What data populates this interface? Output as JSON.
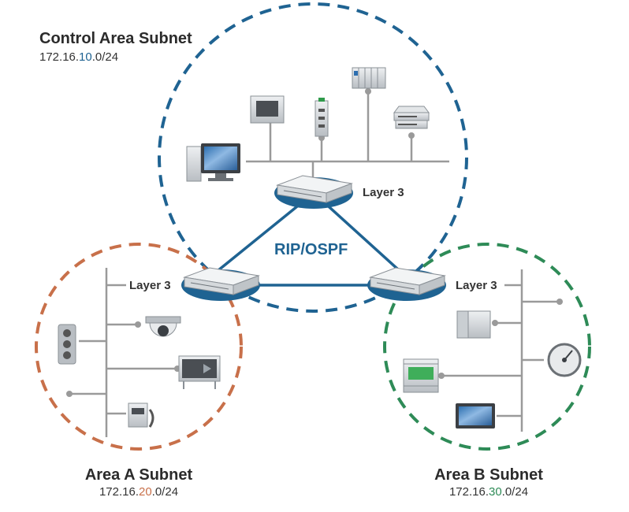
{
  "colors": {
    "control": "#1f6392",
    "area_a": "#c8704a",
    "area_b": "#2e8b57",
    "link": "#1f6392",
    "bus": "#9a9a9a",
    "device": "#cfd3d6"
  },
  "control_subnet": {
    "title": "Control Area Subnet",
    "addr_prefix": "172.16.",
    "addr_octet": "10",
    "addr_suffix": ".0/24"
  },
  "area_a_subnet": {
    "title": "Area A Subnet",
    "addr_prefix": "172.16.",
    "addr_octet": "20",
    "addr_suffix": ".0/24"
  },
  "area_b_subnet": {
    "title": "Area B Subnet",
    "addr_prefix": "172.16.",
    "addr_octet": "30",
    "addr_suffix": ".0/24"
  },
  "routing_protocol": "RIP/OSPF",
  "switches": {
    "top_label": "Layer 3",
    "left_label": "Layer 3",
    "right_label": "Layer 3"
  },
  "icons": {
    "control": [
      "workstation-monitor-icon",
      "hmi-panel-icon",
      "industrial-switch-icon",
      "plc-rack-icon",
      "server-icon"
    ],
    "area_a": [
      "traffic-light-icon",
      "dome-camera-icon",
      "message-sign-icon",
      "emergency-phone-icon"
    ],
    "area_b": [
      "controller-box-icon",
      "gauge-icon",
      "energy-meter-icon",
      "tablet-display-icon"
    ]
  }
}
